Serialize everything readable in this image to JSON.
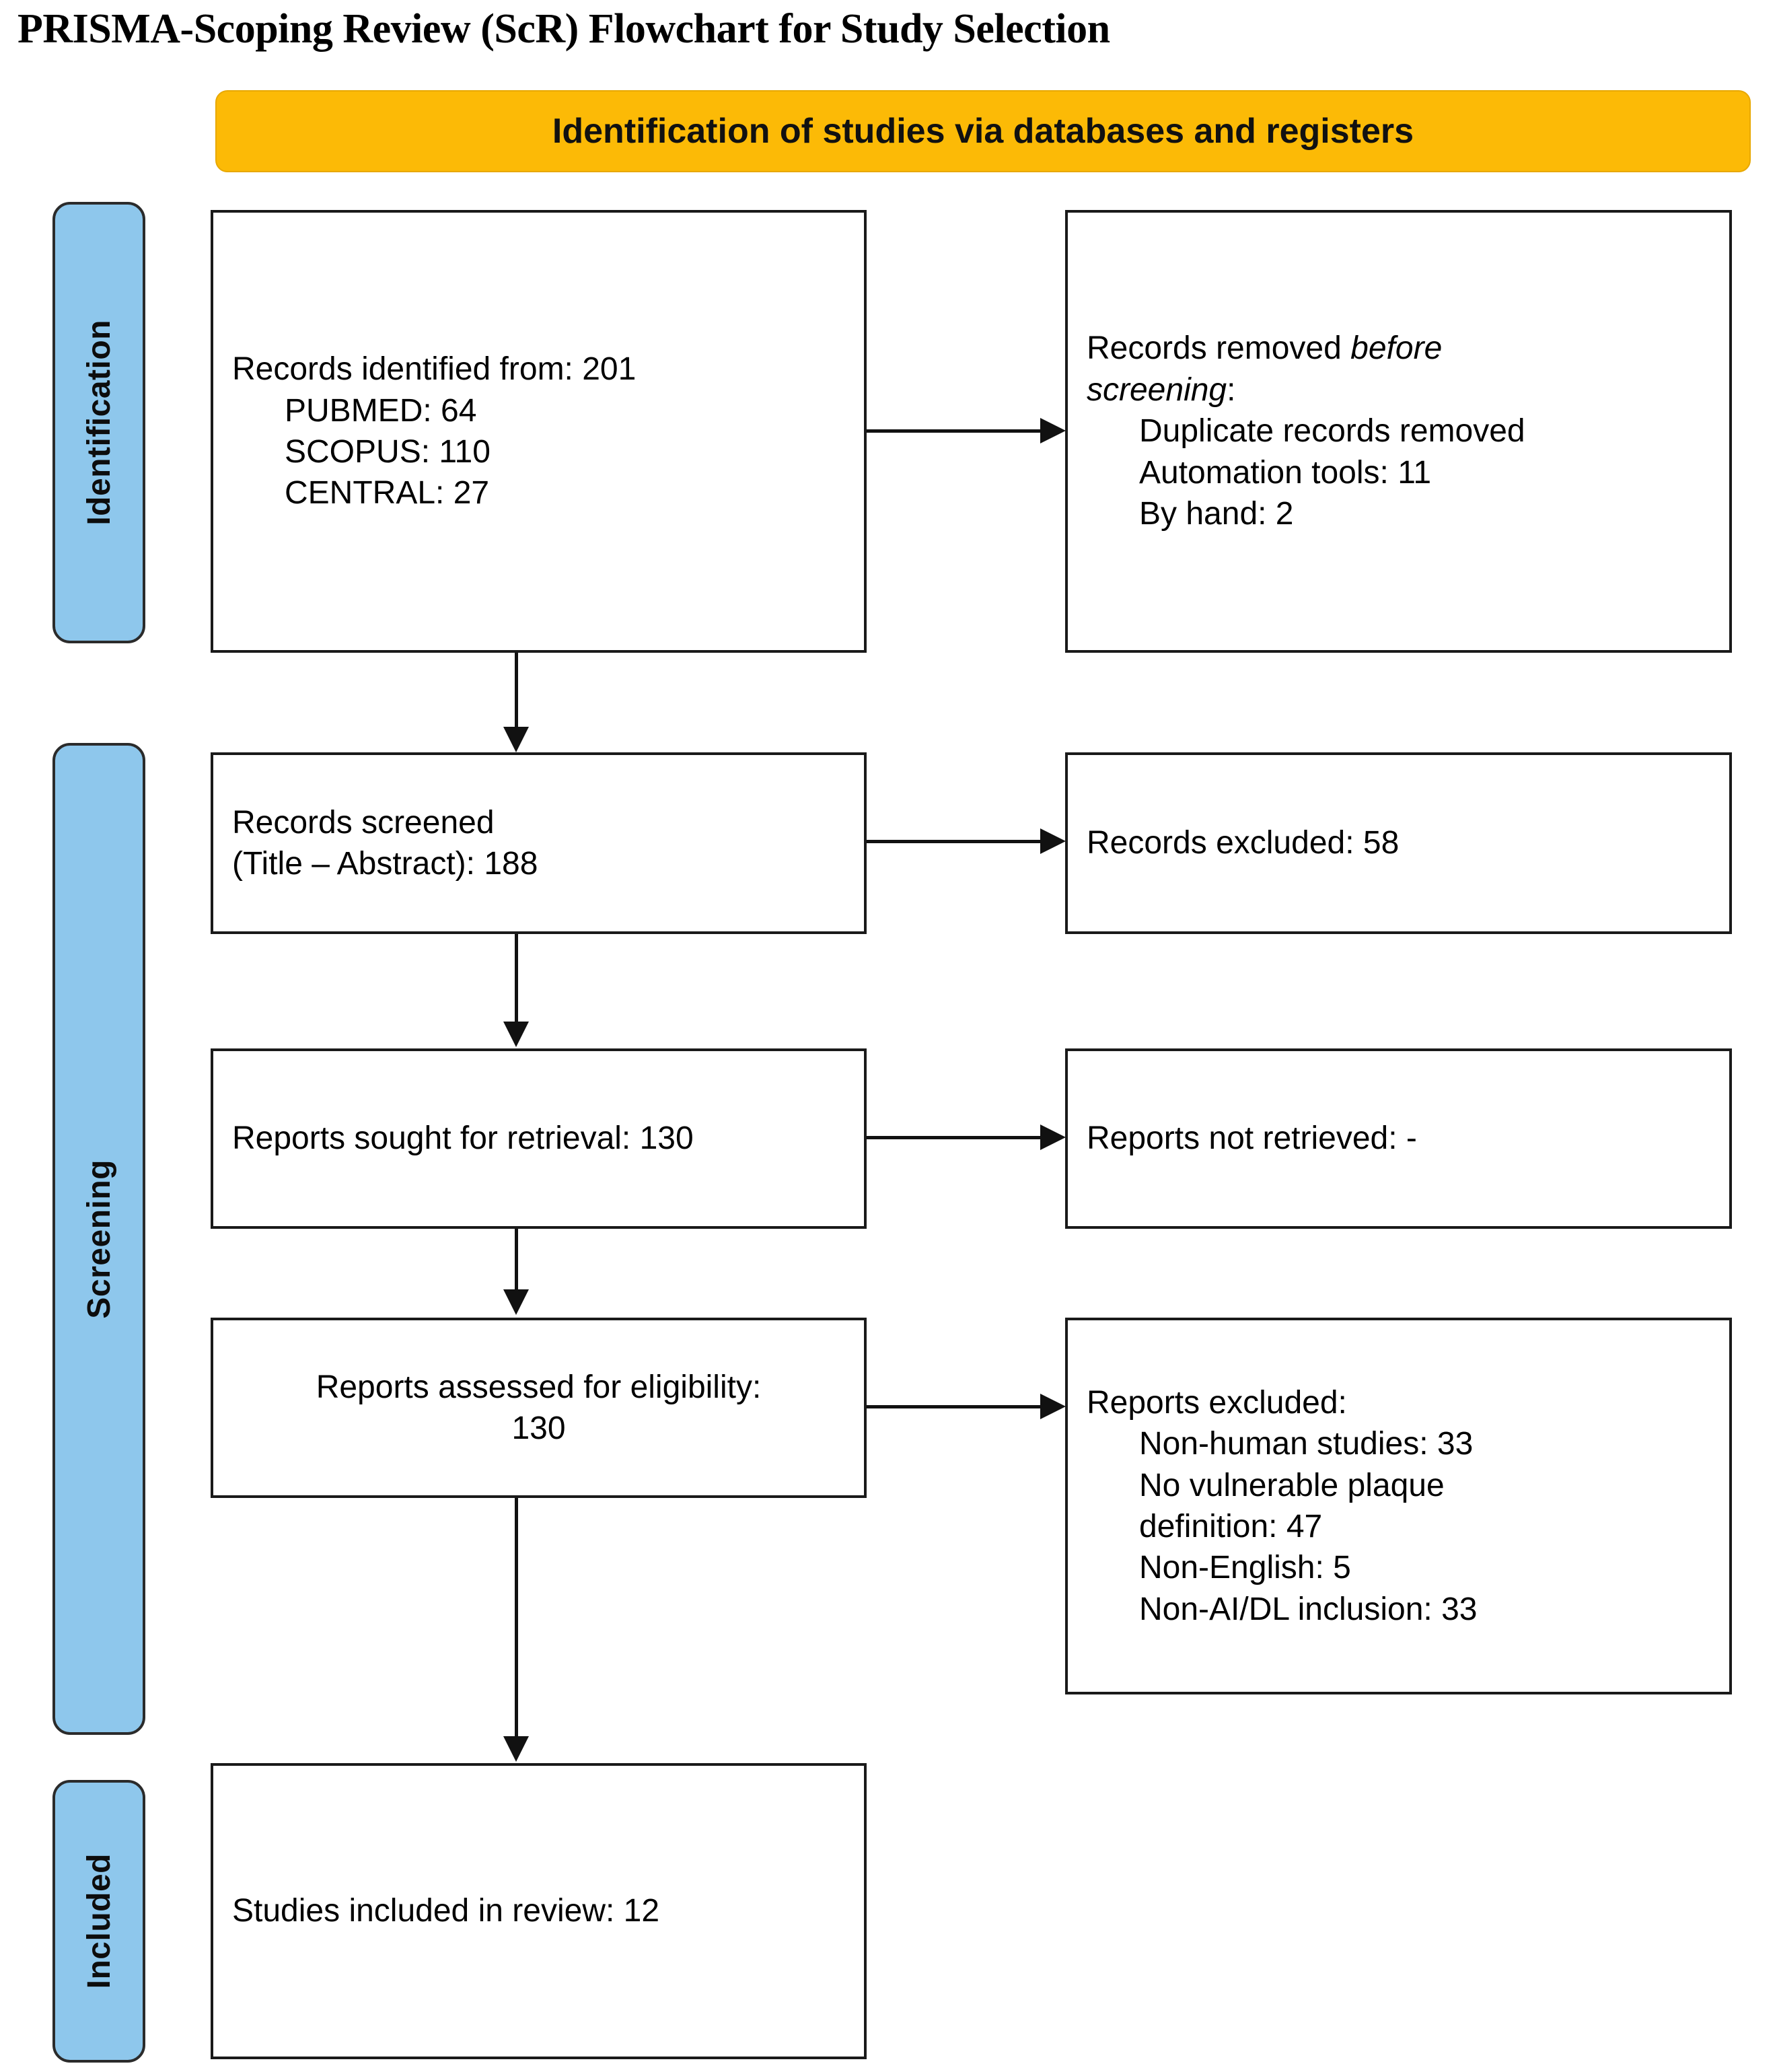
{
  "title": "PRISMA-Scoping Review (ScR) Flowchart for Study Selection",
  "banner": {
    "label": "Identification of studies via databases and registers",
    "color": "#FCBA06"
  },
  "stages": {
    "color": "#8EC7EC",
    "identification": "Identification",
    "screening": "Screening",
    "included": "Included"
  },
  "boxes": {
    "identified": {
      "line1": "Records identified from: 201",
      "line2": "PUBMED: 64",
      "line3": "SCOPUS: 110",
      "line4": "CENTRAL: 27"
    },
    "removed": {
      "line1a": "Records removed ",
      "line1b": "before",
      "line2a": "screening",
      "line2b": ":",
      "line3": "Duplicate records removed",
      "line4": "Automation tools: 11",
      "line5": "By hand: 2"
    },
    "screened": {
      "line1": "Records screened",
      "line2": "(Title – Abstract): 188"
    },
    "records_excluded": {
      "line1": "Records excluded: 58"
    },
    "sought": {
      "line1": "Reports sought for retrieval: 130"
    },
    "not_retrieved": {
      "line1": "Reports not retrieved: -"
    },
    "assessed": {
      "line1": "Reports assessed for eligibility:",
      "line2": "130"
    },
    "reports_excluded": {
      "line1": "Reports excluded:",
      "line2": "Non-human studies: 33",
      "line3": "No vulnerable plaque",
      "line4": "definition: 47",
      "line5": "Non-English: 5",
      "line6": "Non-AI/DL inclusion: 33"
    },
    "included": {
      "line1": "Studies included in review: 12"
    }
  },
  "chart_data": {
    "type": "diagram",
    "title": "PRISMA-Scoping Review (ScR) Flowchart for Study Selection",
    "stages": [
      "Identification",
      "Screening",
      "Included"
    ],
    "nodes": [
      {
        "id": "identified",
        "stage": "Identification",
        "label": "Records identified from",
        "value": 201,
        "breakdown": [
          {
            "source": "PUBMED",
            "value": 64
          },
          {
            "source": "SCOPUS",
            "value": 110
          },
          {
            "source": "CENTRAL",
            "value": 27
          }
        ]
      },
      {
        "id": "removed",
        "stage": "Identification",
        "label": "Records removed before screening",
        "breakdown": [
          {
            "source": "Duplicate records removed",
            "value": null
          },
          {
            "source": "Automation tools",
            "value": 11
          },
          {
            "source": "By hand",
            "value": 2
          }
        ]
      },
      {
        "id": "screened",
        "stage": "Screening",
        "label": "Records screened (Title – Abstract)",
        "value": 188
      },
      {
        "id": "records_excluded",
        "stage": "Screening",
        "label": "Records excluded",
        "value": 58
      },
      {
        "id": "sought",
        "stage": "Screening",
        "label": "Reports sought for retrieval",
        "value": 130
      },
      {
        "id": "not_retrieved",
        "stage": "Screening",
        "label": "Reports not retrieved",
        "value": null
      },
      {
        "id": "assessed",
        "stage": "Screening",
        "label": "Reports assessed for eligibility",
        "value": 130
      },
      {
        "id": "reports_excluded",
        "stage": "Screening",
        "label": "Reports excluded",
        "breakdown": [
          {
            "source": "Non-human studies",
            "value": 33
          },
          {
            "source": "No vulnerable plaque definition",
            "value": 47
          },
          {
            "source": "Non-English",
            "value": 5
          },
          {
            "source": "Non-AI/DL inclusion",
            "value": 33
          }
        ]
      },
      {
        "id": "included",
        "stage": "Included",
        "label": "Studies included in review",
        "value": 12
      }
    ],
    "edges": [
      {
        "from": "identified",
        "to": "removed",
        "direction": "right"
      },
      {
        "from": "identified",
        "to": "screened",
        "direction": "down"
      },
      {
        "from": "screened",
        "to": "records_excluded",
        "direction": "right"
      },
      {
        "from": "screened",
        "to": "sought",
        "direction": "down"
      },
      {
        "from": "sought",
        "to": "not_retrieved",
        "direction": "right"
      },
      {
        "from": "sought",
        "to": "assessed",
        "direction": "down"
      },
      {
        "from": "assessed",
        "to": "reports_excluded",
        "direction": "right"
      },
      {
        "from": "assessed",
        "to": "included",
        "direction": "down"
      }
    ]
  }
}
